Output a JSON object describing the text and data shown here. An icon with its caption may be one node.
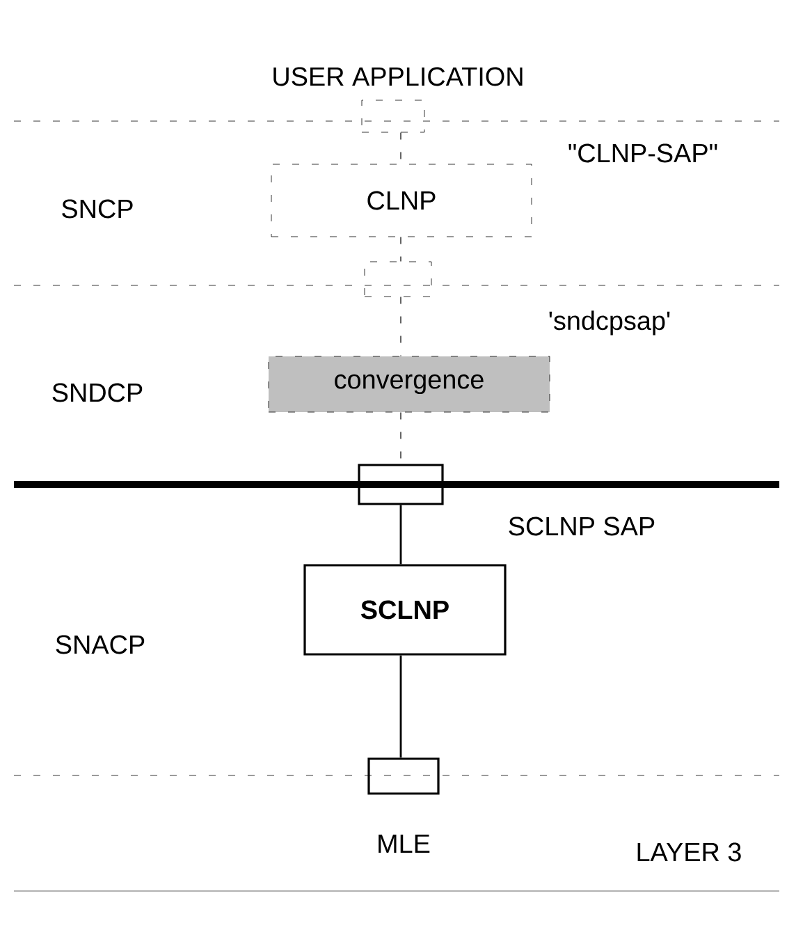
{
  "diagram": {
    "nodes": [
      {
        "text": [],
        "shape": "box"
      },
      {
        "text": [
          "CLNP"
        ]
      },
      {
        "text": [],
        "shape": "box"
      },
      {
        "text": [
          "convergence"
        ]
      },
      {
        "text": [],
        "shape": "box"
      },
      {
        "text": [
          "**SCLNP**"
        ]
      },
      {
        "text": [],
        "shape": "box"
      }
    ],
    "edges": [
      {
        "from": 0,
        "to": 1,
        "arrow": "none",
        "style": "dashed"
      },
      {
        "from": 1,
        "to": 2,
        "arrow": "none",
        "style": "dashed"
      },
      {
        "from": 2,
        "to": 3,
        "arrow": "none",
        "style": "dashed"
      },
      {
        "from": 3,
        "to": 4,
        "arrow": "none",
        "style": "dashed"
      },
      {
        "from": 4,
        "to": 5,
        "arrow": "none"
      },
      {
        "from": 5,
        "to": 6,
        "arrow": "none"
      }
    ],
    "labels": [
      "USER APPLICATION",
      "\"CLNP-SAP\"",
      "SNCP",
      "'sndcpsap'",
      "SNDCP",
      "SCLNP SAP",
      "SNACP",
      "MLE",
      "LAYER 3"
    ]
  }
}
